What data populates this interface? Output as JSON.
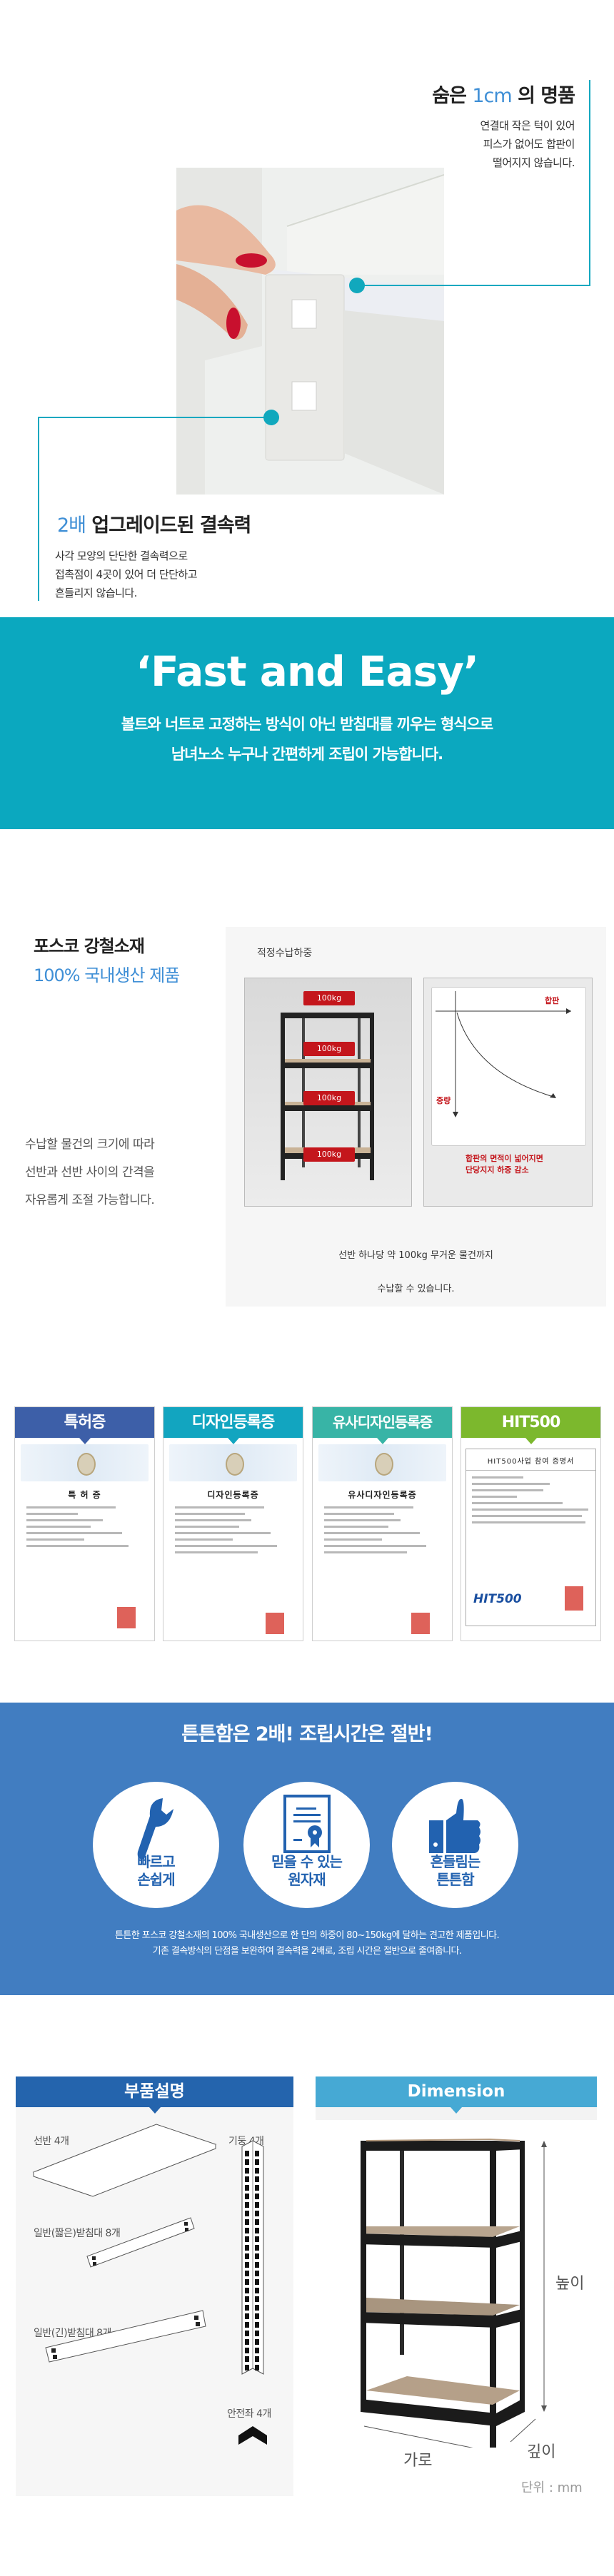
{
  "feature_top": {
    "title_prefix": "숨은 ",
    "title_highlight": "1cm",
    "title_suffix": " 의 명품",
    "desc": [
      "연결대 작은 턱이 있어",
      "피스가 없어도 합판이",
      "떨어지지 않습니다."
    ]
  },
  "feature_bottom": {
    "title_highlight": "2배",
    "title_suffix": " 업그레이드된 결속력",
    "desc": [
      "사각 모양의 단단한 결속력으로",
      "접촉점이 4곳이 있어 더 단단하고",
      "흔들리지 않습니다."
    ]
  },
  "banner": {
    "title": "‘Fast and Easy’",
    "lines": [
      "볼트와 너트로 고정하는 방식이 아닌 받침대를 끼우는 형식으로",
      "남녀노소 누구나 간편하게 조립이 가능합니다."
    ]
  },
  "material": {
    "title": "포스코 강철소재",
    "subtitle": "100% 국내생산 제품",
    "desc": [
      "수납할 물건의 크기에 따라",
      "선반과 선반 사이의 간격을",
      "자유롭게 조절 가능합니다."
    ],
    "load_title": "적정수납하중",
    "shelf_loads": [
      "100kg",
      "100kg",
      "100kg",
      "100kg"
    ],
    "graph_x_label": "합판",
    "graph_y_label": "중량",
    "graph_caption": [
      "합판의 면적이 넓어지면",
      "단당지지 하중 감소"
    ],
    "bottom_text": [
      "선반 하나당 약 100kg 무거운 물건까지",
      "수납할 수 있습니다."
    ]
  },
  "certificates": [
    {
      "label": "특허증",
      "doc_title": "특 허 증",
      "color": "#3d5fa8"
    },
    {
      "label": "디자인등록증",
      "doc_title": "디자인등록증",
      "color": "#12a5c0"
    },
    {
      "label": "유사디자인등록증",
      "doc_title": "유사디자인등록증",
      "color": "#38b4a6"
    },
    {
      "label": "HIT500",
      "doc_title": "HIT500사업 참여 증명서",
      "logo": "HIT500",
      "color": "#7cb82d"
    }
  ],
  "strength": {
    "title": "튼튼함은 2배! 조립시간은 절반!",
    "features": [
      {
        "icon": "wrench-icon",
        "label": [
          "빠르고",
          "손쉽게"
        ]
      },
      {
        "icon": "certificate-icon",
        "label": [
          "믿을 수 있는",
          "원자재"
        ]
      },
      {
        "icon": "thumbs-up-icon",
        "label": [
          "흔들림는",
          "튼튼함"
        ]
      }
    ],
    "desc": [
      "튼튼한 포스코 강철소재의 100% 국내생산으로 한 단의 하중이 80~150kg에 달하는 견고한 제품입니다.",
      "기존 결속방식의 단점을 보완하여 결속력을 2배로, 조립 시간은 절반으로 줄여줍니다."
    ]
  },
  "parts": {
    "title": "부품설명",
    "items": [
      "선반 4개",
      "기둥 4개",
      "일반(짧은)받침대 8개",
      "일반(긴)받침대 8개",
      "안전좌 4개"
    ]
  },
  "dimension": {
    "title": "Dimension",
    "height_label": "높이",
    "width_label": "가로",
    "depth_label": "깊이",
    "unit": "단위 : mm"
  },
  "colors": {
    "teal": "#0ba8bf",
    "blue_band": "#417dc1",
    "parts_header": "#2464ad",
    "dimension_header": "#46a9d4",
    "highlight": "#3f8fd6"
  }
}
